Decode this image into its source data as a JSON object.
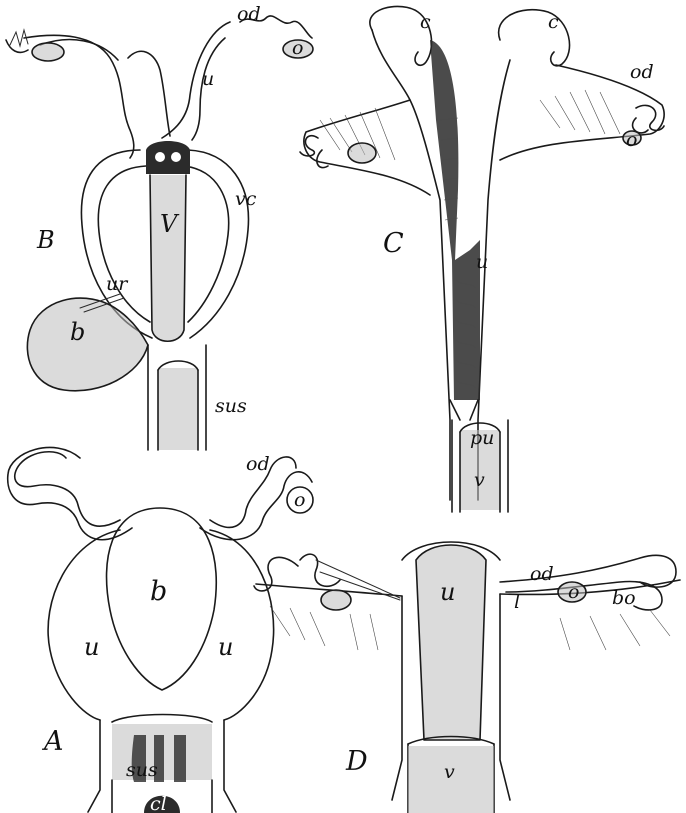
{
  "figures": {
    "A": {
      "letter": "A",
      "labels": {
        "od": "od",
        "o": "o",
        "b": "b",
        "u_left": "u",
        "u_right": "u",
        "sus": "sus",
        "cl": "cl"
      }
    },
    "B": {
      "letter": "B",
      "labels": {
        "od": "od",
        "o": "o",
        "u": "u",
        "vc": "vc",
        "V": "V",
        "ur": "ur",
        "b": "b",
        "sus": "sus"
      }
    },
    "C": {
      "letter": "C",
      "labels": {
        "c_left": "c",
        "c_right": "c",
        "od": "od",
        "o": "o",
        "u": "u",
        "pu": "pu",
        "v": "v"
      }
    },
    "D": {
      "letter": "D",
      "labels": {
        "od": "od",
        "bo": "bo",
        "o": "o",
        "u": "u",
        "l": "l",
        "v": "v"
      }
    }
  }
}
